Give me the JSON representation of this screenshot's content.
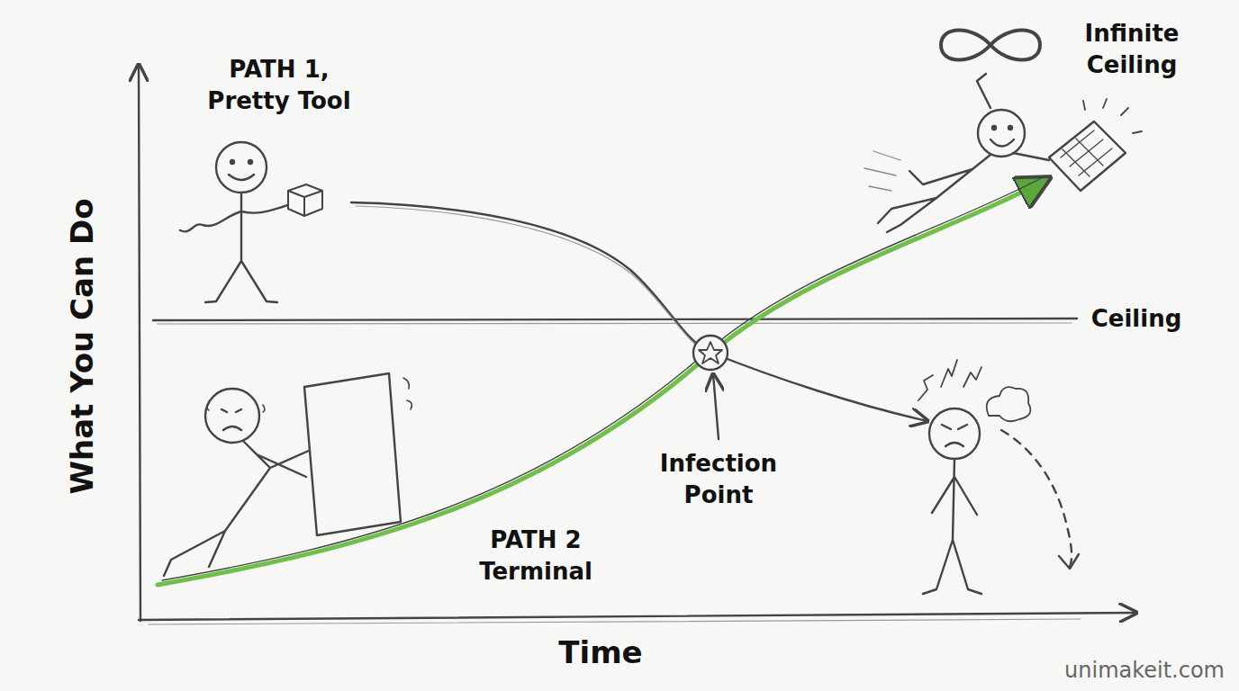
{
  "diagram": {
    "labels": [
      "PATH 1, Pretty Tool",
      "Infinite Ceiling",
      "Ceiling",
      "Infection Point",
      "PATH 2 Terminal",
      "What You Can Do",
      "Time",
      "unimakeit.com"
    ]
  }
}
